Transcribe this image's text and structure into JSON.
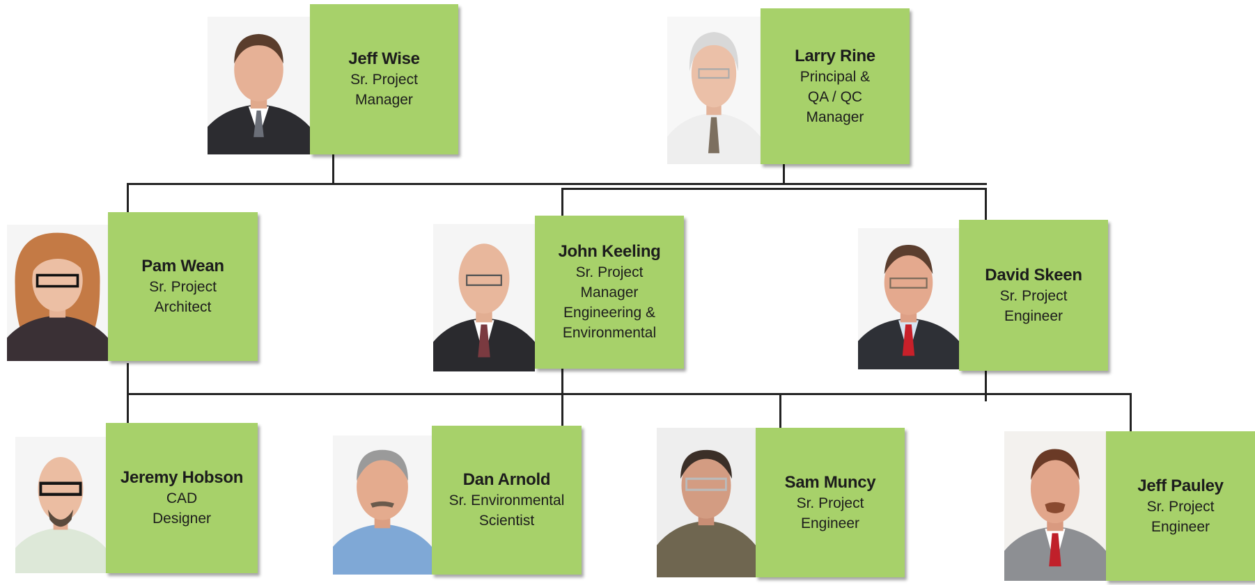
{
  "colors": {
    "card": "#a7d16a",
    "connector": "#222222"
  },
  "people": {
    "jeff_wise": {
      "name": "Jeff Wise",
      "role": [
        "Sr. Project",
        "Manager"
      ],
      "photo": "man-portrait-icon"
    },
    "larry_rine": {
      "name": "Larry Rine",
      "role": [
        "Principal &",
        "QA / QC",
        "Manager"
      ],
      "photo": "man-portrait-icon"
    },
    "pam_wean": {
      "name": "Pam Wean",
      "role": [
        "Sr. Project",
        "Architect"
      ],
      "photo": "woman-portrait-icon"
    },
    "john_keeling": {
      "name": "John Keeling",
      "role": [
        "Sr. Project",
        "Manager",
        "Engineering &",
        "Environmental"
      ],
      "photo": "man-portrait-icon"
    },
    "david_skeen": {
      "name": "David Skeen",
      "role": [
        "Sr. Project",
        "Engineer"
      ],
      "photo": "man-portrait-icon"
    },
    "jeremy_hobson": {
      "name": "Jeremy Hobson",
      "role": [
        "CAD",
        "Designer"
      ],
      "photo": "man-portrait-icon"
    },
    "dan_arnold": {
      "name": "Dan Arnold",
      "role": [
        "Sr. Environmental",
        "Scientist"
      ],
      "photo": "man-portrait-icon"
    },
    "sam_muncy": {
      "name": "Sam Muncy",
      "role": [
        "Sr. Project",
        "Engineer"
      ],
      "photo": "man-portrait-icon"
    },
    "jeff_pauley": {
      "name": "Jeff Pauley",
      "role": [
        "Sr. Project",
        "Engineer"
      ],
      "photo": "man-portrait-icon"
    }
  }
}
